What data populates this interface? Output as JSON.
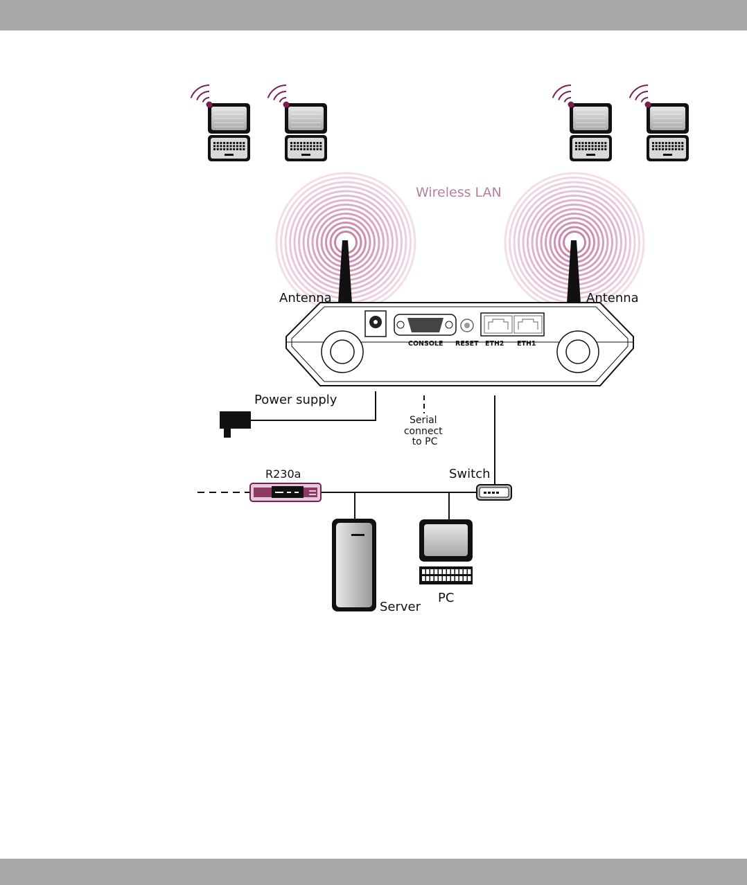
{
  "labels": {
    "wireless_lan": "Wireless LAN",
    "antenna_left": "Antenna",
    "antenna_right": "Antenna",
    "power_supply": "Power supply",
    "serial_connect": [
      "Serial",
      "connect",
      "to PC"
    ],
    "switch": "Switch",
    "router": "R230a",
    "server": "Server",
    "pc": "PC"
  },
  "ports": {
    "console": "CONSOLE",
    "reset": "RESET",
    "eth2": "ETH2",
    "eth1": "ETH1"
  },
  "colors": {
    "accent": "#7a1f4d",
    "wave": "#c77aa5",
    "wlan_label": "#b77f9d",
    "bar": "#a9a9a9",
    "device_fill": "#bdbdbd"
  }
}
